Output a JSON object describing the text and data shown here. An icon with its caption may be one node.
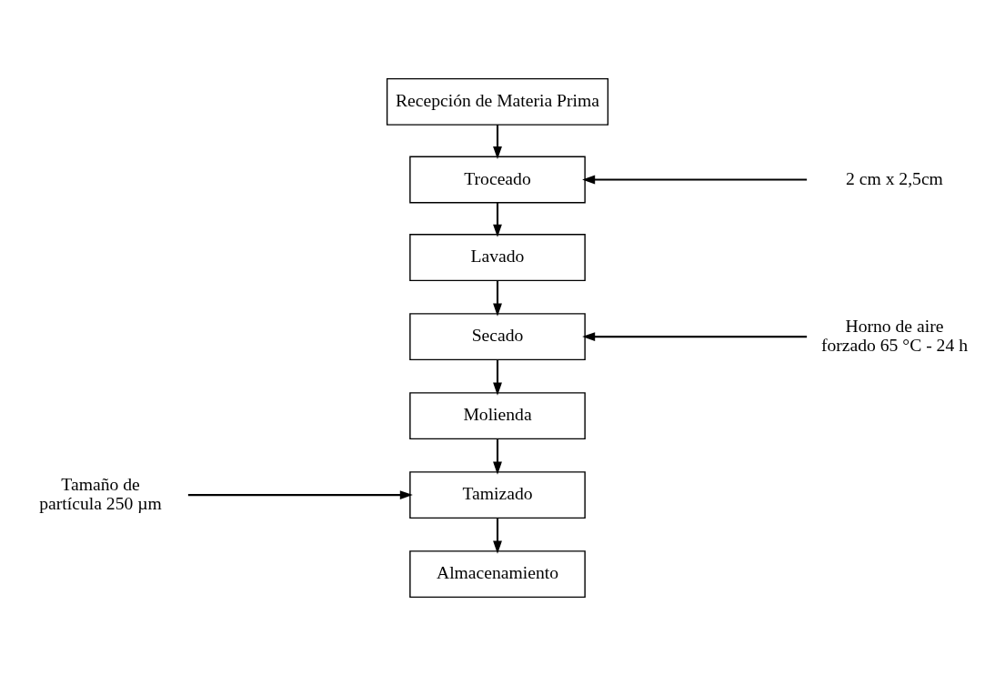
{
  "diagram": {
    "nodes": [
      {
        "text": [
          "Recepción de Materia Prima"
        ]
      },
      {
        "text": [
          "Troceado"
        ]
      },
      {
        "text": [
          "Lavado"
        ]
      },
      {
        "text": [
          "Secado"
        ]
      },
      {
        "text": [
          "Molienda"
        ]
      },
      {
        "text": [
          "Tamizado"
        ]
      },
      {
        "text": [
          "Almacenamiento"
        ]
      },
      {
        "text": [
          "2 cm x 2,5cm"
        ]
      },
      {
        "text": [
          "Horno de aire forzado 65 °C - 24 h"
        ]
      },
      {
        "text": [
          "Tamaño de partícula 250 µm"
        ]
      }
    ],
    "edges": [
      {
        "from": 0,
        "to": 1,
        "arrow": "to"
      },
      {
        "from": 1,
        "to": 2,
        "arrow": "to"
      },
      {
        "from": 2,
        "to": 3,
        "arrow": "to"
      },
      {
        "from": 3,
        "to": 4,
        "arrow": "to"
      },
      {
        "from": 4,
        "to": 5,
        "arrow": "to"
      },
      {
        "from": 5,
        "to": 6,
        "arrow": "to"
      },
      {
        "from": 7,
        "to": 1,
        "arrow": "to"
      },
      {
        "from": 8,
        "to": 3,
        "arrow": "to"
      },
      {
        "from": 9,
        "to": 5,
        "arrow": "to"
      }
    ]
  }
}
